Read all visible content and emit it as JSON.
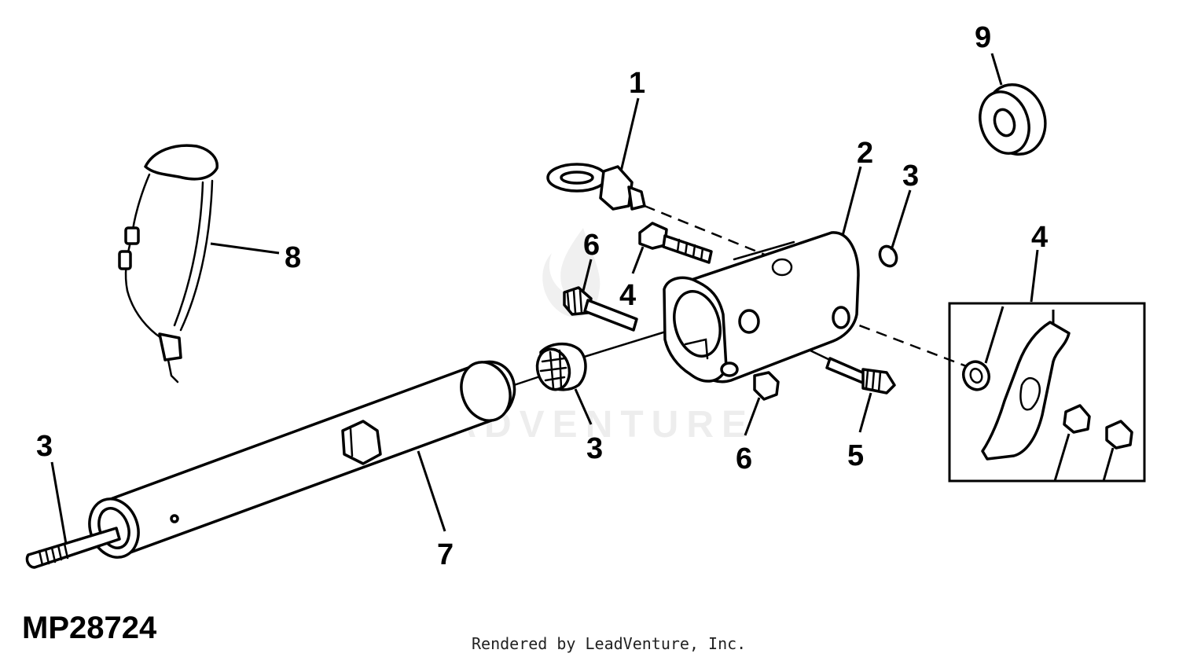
{
  "figure_id": "MP28724",
  "credit": "Rendered by LeadVenture, Inc.",
  "watermark": "LEADVENTURE",
  "callouts": [
    "1",
    "2",
    "3",
    "3",
    "3",
    "4",
    "4",
    "5",
    "6",
    "6",
    "7",
    "8",
    "9"
  ]
}
